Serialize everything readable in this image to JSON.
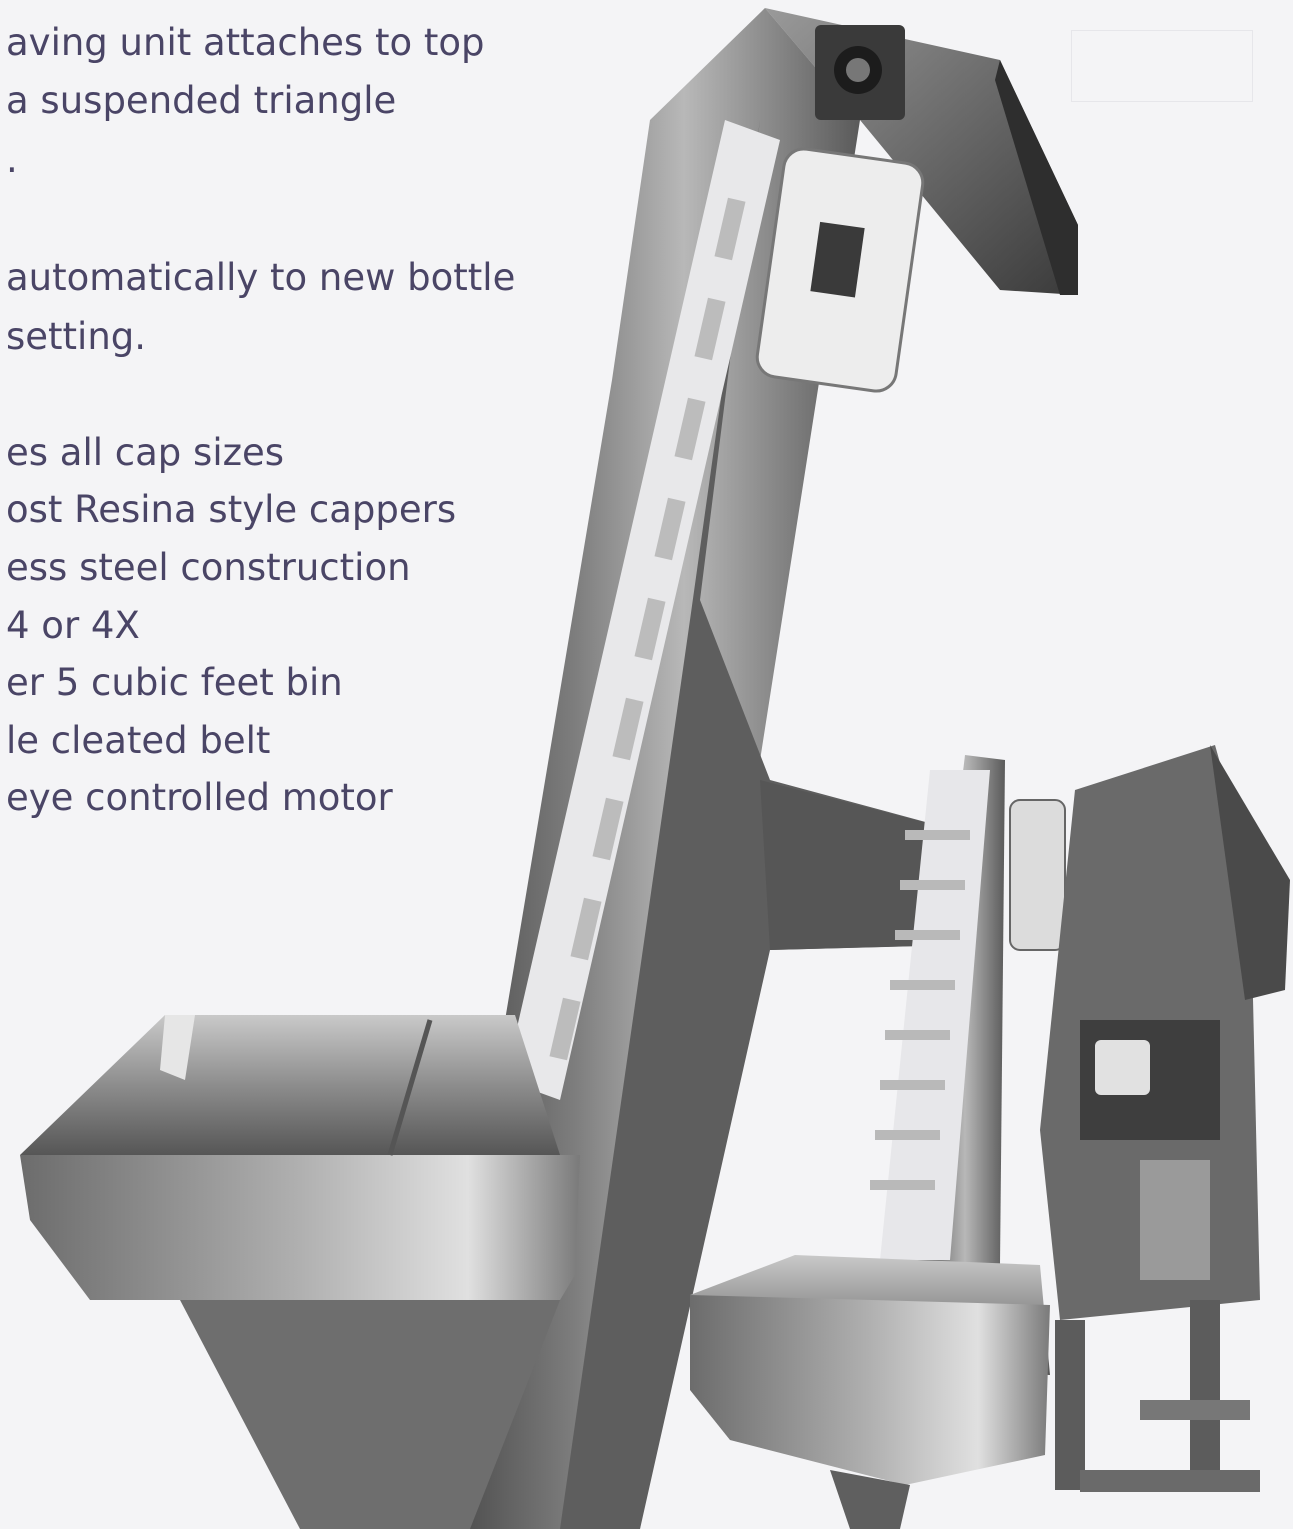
{
  "description_lines": [
    "aving unit attaches to top",
    "a suspended triangle",
    ".",
    "automatically to new bottle",
    "setting.",
    "es all cap sizes",
    "ost Resina style cappers",
    "ess steel construction",
    " 4 or 4X",
    "er 5 cubic feet bin",
    "le cleated belt",
    " eye controlled motor"
  ],
  "colors": {
    "text": "#4a4566",
    "steel_dark": "#4a4a4a",
    "steel_mid": "#8a8a8a",
    "steel_light": "#d9d9d9",
    "background": "#f4f4f6"
  }
}
